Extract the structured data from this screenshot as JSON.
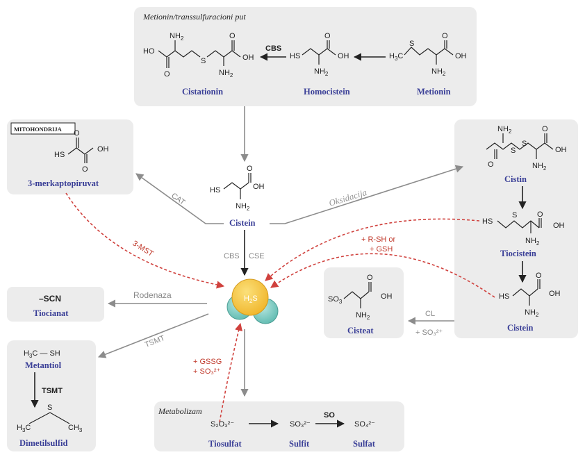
{
  "titles": {
    "methionine_pathway": "Metionin/transsulfuracioni put",
    "metabolism": "Metabolizam",
    "mitochondria": "MITOHONDRIJA"
  },
  "compounds": {
    "cistationin": "Cistationin",
    "homocistein": "Homocistein",
    "metionin": "Metionin",
    "merkaptopiruvat": "3-merkaptopiruvat",
    "cistein_center": "Cistein",
    "cistin": "Cistin",
    "tiocistein": "Tiocistein",
    "cistein_right": "Cistein",
    "cisteat": "Cisteat",
    "tiocianat": "Tiocianat",
    "metantiol": "Metantiol",
    "dimetilsulfid": "Dimetilsulfid",
    "tiosulfat": "Tiosulfat",
    "sulfit": "Sulfit",
    "sulfat": "Sulfat"
  },
  "formulas": {
    "scn": "–SCN",
    "h2s": "H₂S",
    "h3c_sh": "H₃C — SH",
    "thiosulfate": "S₂O₃²⁻",
    "sulfite": "SO₃²⁻",
    "sulfate": "SO₄²⁻"
  },
  "enzymes": {
    "cbs_top": "CBS",
    "cat": "CAT",
    "mst": "3-MST",
    "oksidacija": "Oksidacija",
    "cbs": "CBS",
    "cse": "CSE",
    "rodenaza": "Rodenaza",
    "tsmt_diag": "TSMT",
    "tsmt": "TSMT",
    "cl": "CL",
    "so": "SO"
  },
  "reagents": {
    "rsh": "+ R-SH or",
    "gsh": "+ GSH",
    "gssg": "+ GSSG",
    "so3_red": "+ SO₃²⁺",
    "so3_gray": "+ SO₃²⁺"
  },
  "colors": {
    "box": "#ececec",
    "name_blue": "#3a3f97",
    "enzyme_red": "#c0392b",
    "h2s_yellow": "#f4c13b",
    "h_teal": "#7ecdc4"
  }
}
